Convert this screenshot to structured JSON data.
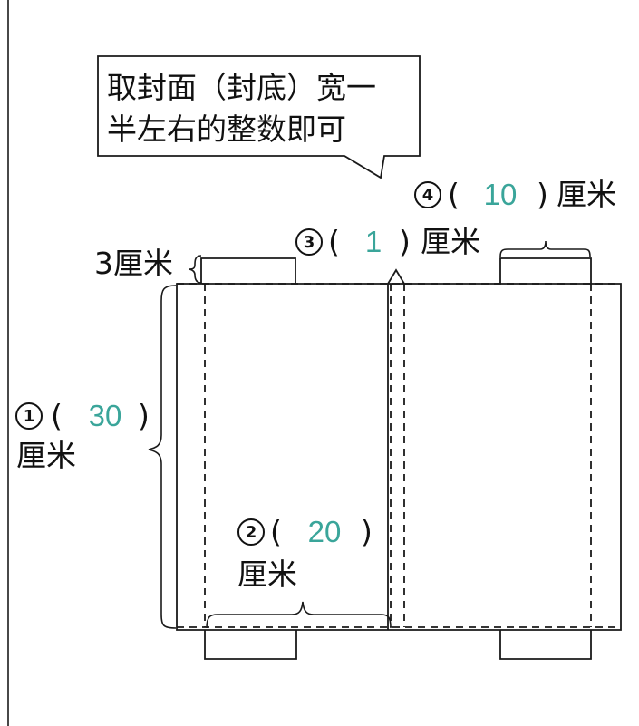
{
  "callout": {
    "line1": "取封面（封底）宽一",
    "line2": "半左右的整数即可"
  },
  "labels": {
    "flap_height": "3厘米",
    "unit": "厘米",
    "open_paren": "(",
    "close_paren": ")",
    "q1": {
      "num": "1",
      "answer": "30"
    },
    "q2": {
      "num": "2",
      "answer": "20"
    },
    "q3": {
      "num": "3",
      "answer": "1"
    },
    "q4": {
      "num": "4",
      "answer": "10"
    }
  },
  "colors": {
    "answer": "#3aa59a",
    "line": "#1a1a1a"
  }
}
